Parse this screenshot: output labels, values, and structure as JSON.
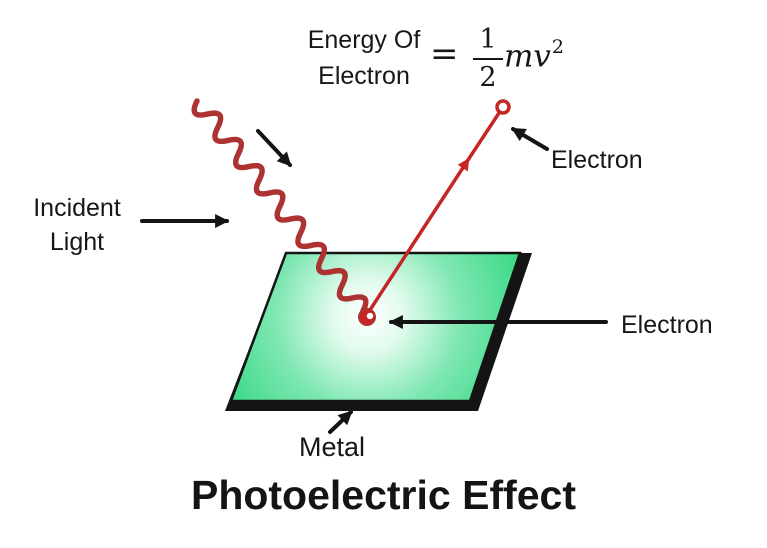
{
  "formula": {
    "lhs_line1": "Energy Of",
    "lhs_line2": "Electron",
    "equals": "=",
    "fraction_numerator": "1",
    "fraction_denominator": "2",
    "term": "mv",
    "exponent": "2"
  },
  "labels": {
    "incident_light_line1": "Incident",
    "incident_light_line2": "Light",
    "electron_ejected": "Electron",
    "electron_on_plate": "Electron",
    "metal": "Metal"
  },
  "title": "Photoelectric Effect",
  "colors": {
    "plate_green": "#3cd987",
    "plate_mid_green": "#7fe7b2",
    "plate_glow": "#ffffff",
    "wave_red": "#ad3232",
    "trajectory_red": "#c52525",
    "ink": "#141414"
  }
}
